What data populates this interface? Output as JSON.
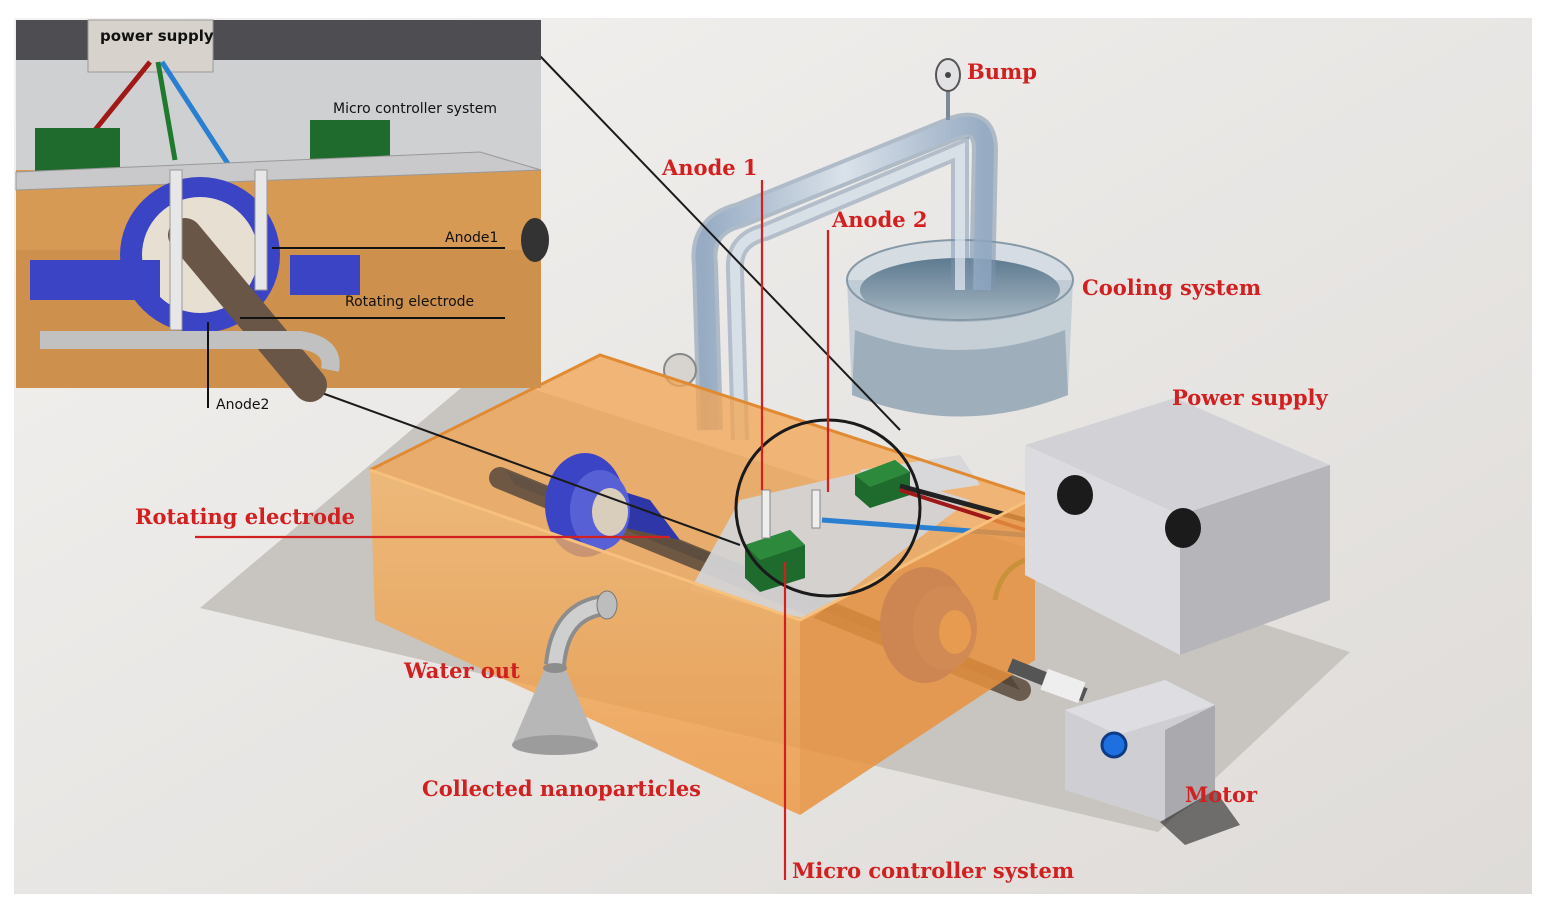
{
  "colors": {
    "label_red": "#d22020",
    "tank_orange": "#f6a24a",
    "tank_orange_dark": "#e08a33",
    "coil_blue": "#3a3fb8",
    "controller_green": "#1f6b2e",
    "box_gray": "#d9d9dc",
    "floor_gray": "#c9c6c2",
    "background": "#eceae8",
    "inset_bg": "#d8a56a"
  },
  "labels": {
    "bump": "Bump",
    "anode1": "Anode 1",
    "anode2": "Anode 2",
    "cooling_system": "Cooling system",
    "power_supply": "Power supply",
    "rotating_electrode": "Rotating electrode",
    "water_out": "Water out",
    "collected_nanoparticles": "Collected nanoparticles",
    "motor": "Motor",
    "micro_controller_system": "Micro controller system"
  },
  "inset": {
    "power_supply": "power supply",
    "micro_controller_system": "Micro controller system",
    "anode1": "Anode1",
    "rotating_electrode": "Rotating electrode",
    "anode2": "Anode2"
  }
}
